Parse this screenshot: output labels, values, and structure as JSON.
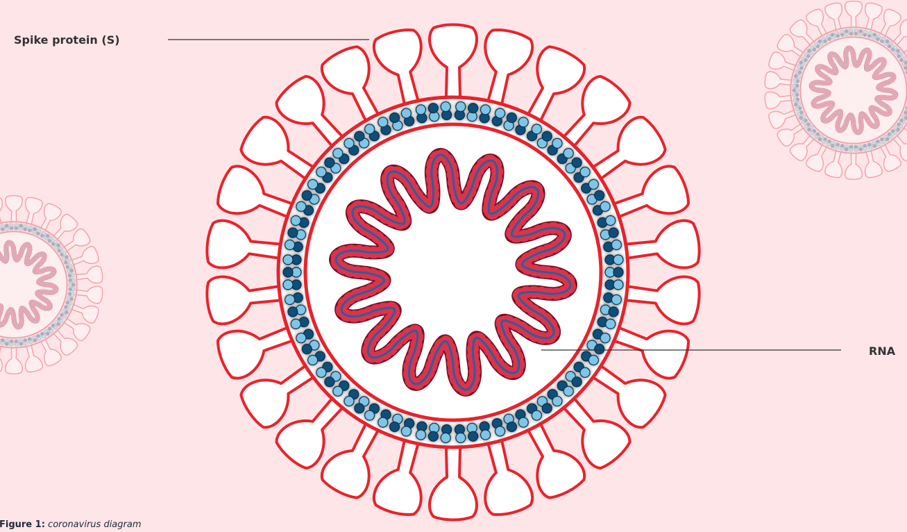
{
  "diagram": {
    "labels": {
      "spike": "Spike protein (S)",
      "rna": "RNA"
    },
    "caption": {
      "prefix": "Figure 1:",
      "text": "coronavirus diagram"
    }
  },
  "colors": {
    "background": "#fde5e8",
    "membrane": "#e8232b",
    "capsid_fill": "#ffffff",
    "rna_bead": "#d9344e",
    "rna_thread": "#2d5f9a",
    "protein_dark": "#0e4f7a",
    "protein_light": "#7ec6e8",
    "text": "#333333"
  }
}
